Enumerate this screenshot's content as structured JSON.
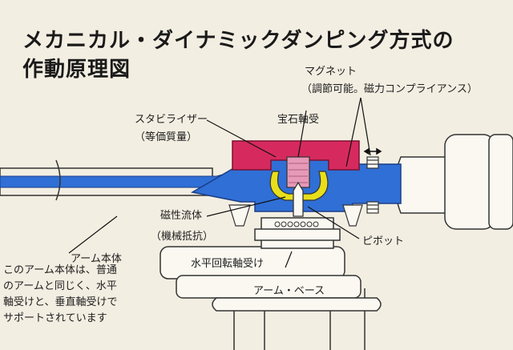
{
  "title": {
    "line1": "メカニカル・ダイナミックダンピング方式の",
    "line2": "作動原理図"
  },
  "labels": {
    "magnet": "マグネット",
    "magnet_sub": "（調節可能。磁力コンプライアンス）",
    "stabilizer": "スタビライザー",
    "stabilizer_sub": "（等価質量）",
    "jewel_bearing": "宝石軸受",
    "magnetic_fluid": "磁性流体",
    "magnetic_fluid_sub": "（機械抵抗）",
    "pivot": "ピボット",
    "arm_body": "アーム本体",
    "horizontal_bearing": "水平回転軸受け",
    "arm_base": "アーム・ベース"
  },
  "note_lines": [
    "このアーム本体は、普通",
    "のアームと同じく、水平",
    "軸受けと、垂直軸受けで",
    "サポートされています"
  ],
  "colors": {
    "arm_blue": "#2f6fd6",
    "stabilizer_red": "#d62a5e",
    "fluid_yellow": "#e8df1a",
    "jewel_pink": "#e69ab8"
  }
}
